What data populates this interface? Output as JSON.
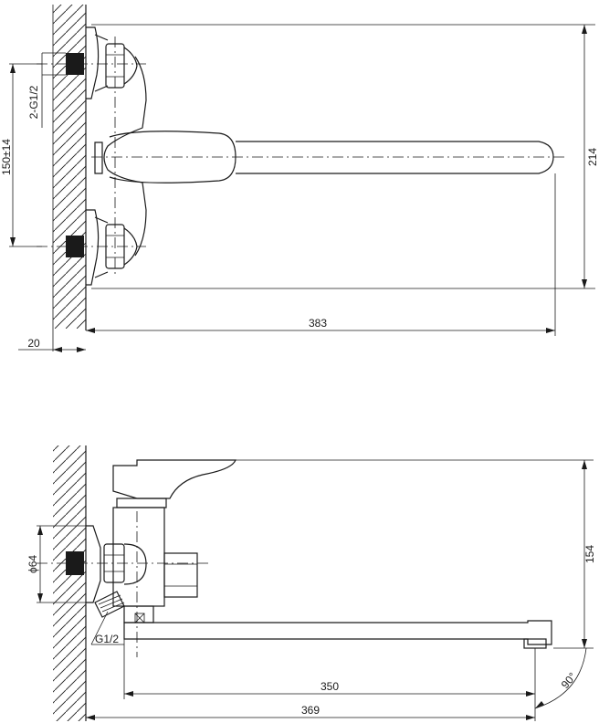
{
  "top_view": {
    "dim_height": "214",
    "dim_length": "383",
    "dim_wall_offset": "20",
    "dim_center_distance": "150±14",
    "dim_thread_inlet": "2-G1/2"
  },
  "side_view": {
    "dim_height": "154",
    "dim_spout_length": "350",
    "dim_total_length": "369",
    "dim_flange_diameter": "ϕ64",
    "dim_thread": "G1/2",
    "dim_angle": "90°"
  }
}
